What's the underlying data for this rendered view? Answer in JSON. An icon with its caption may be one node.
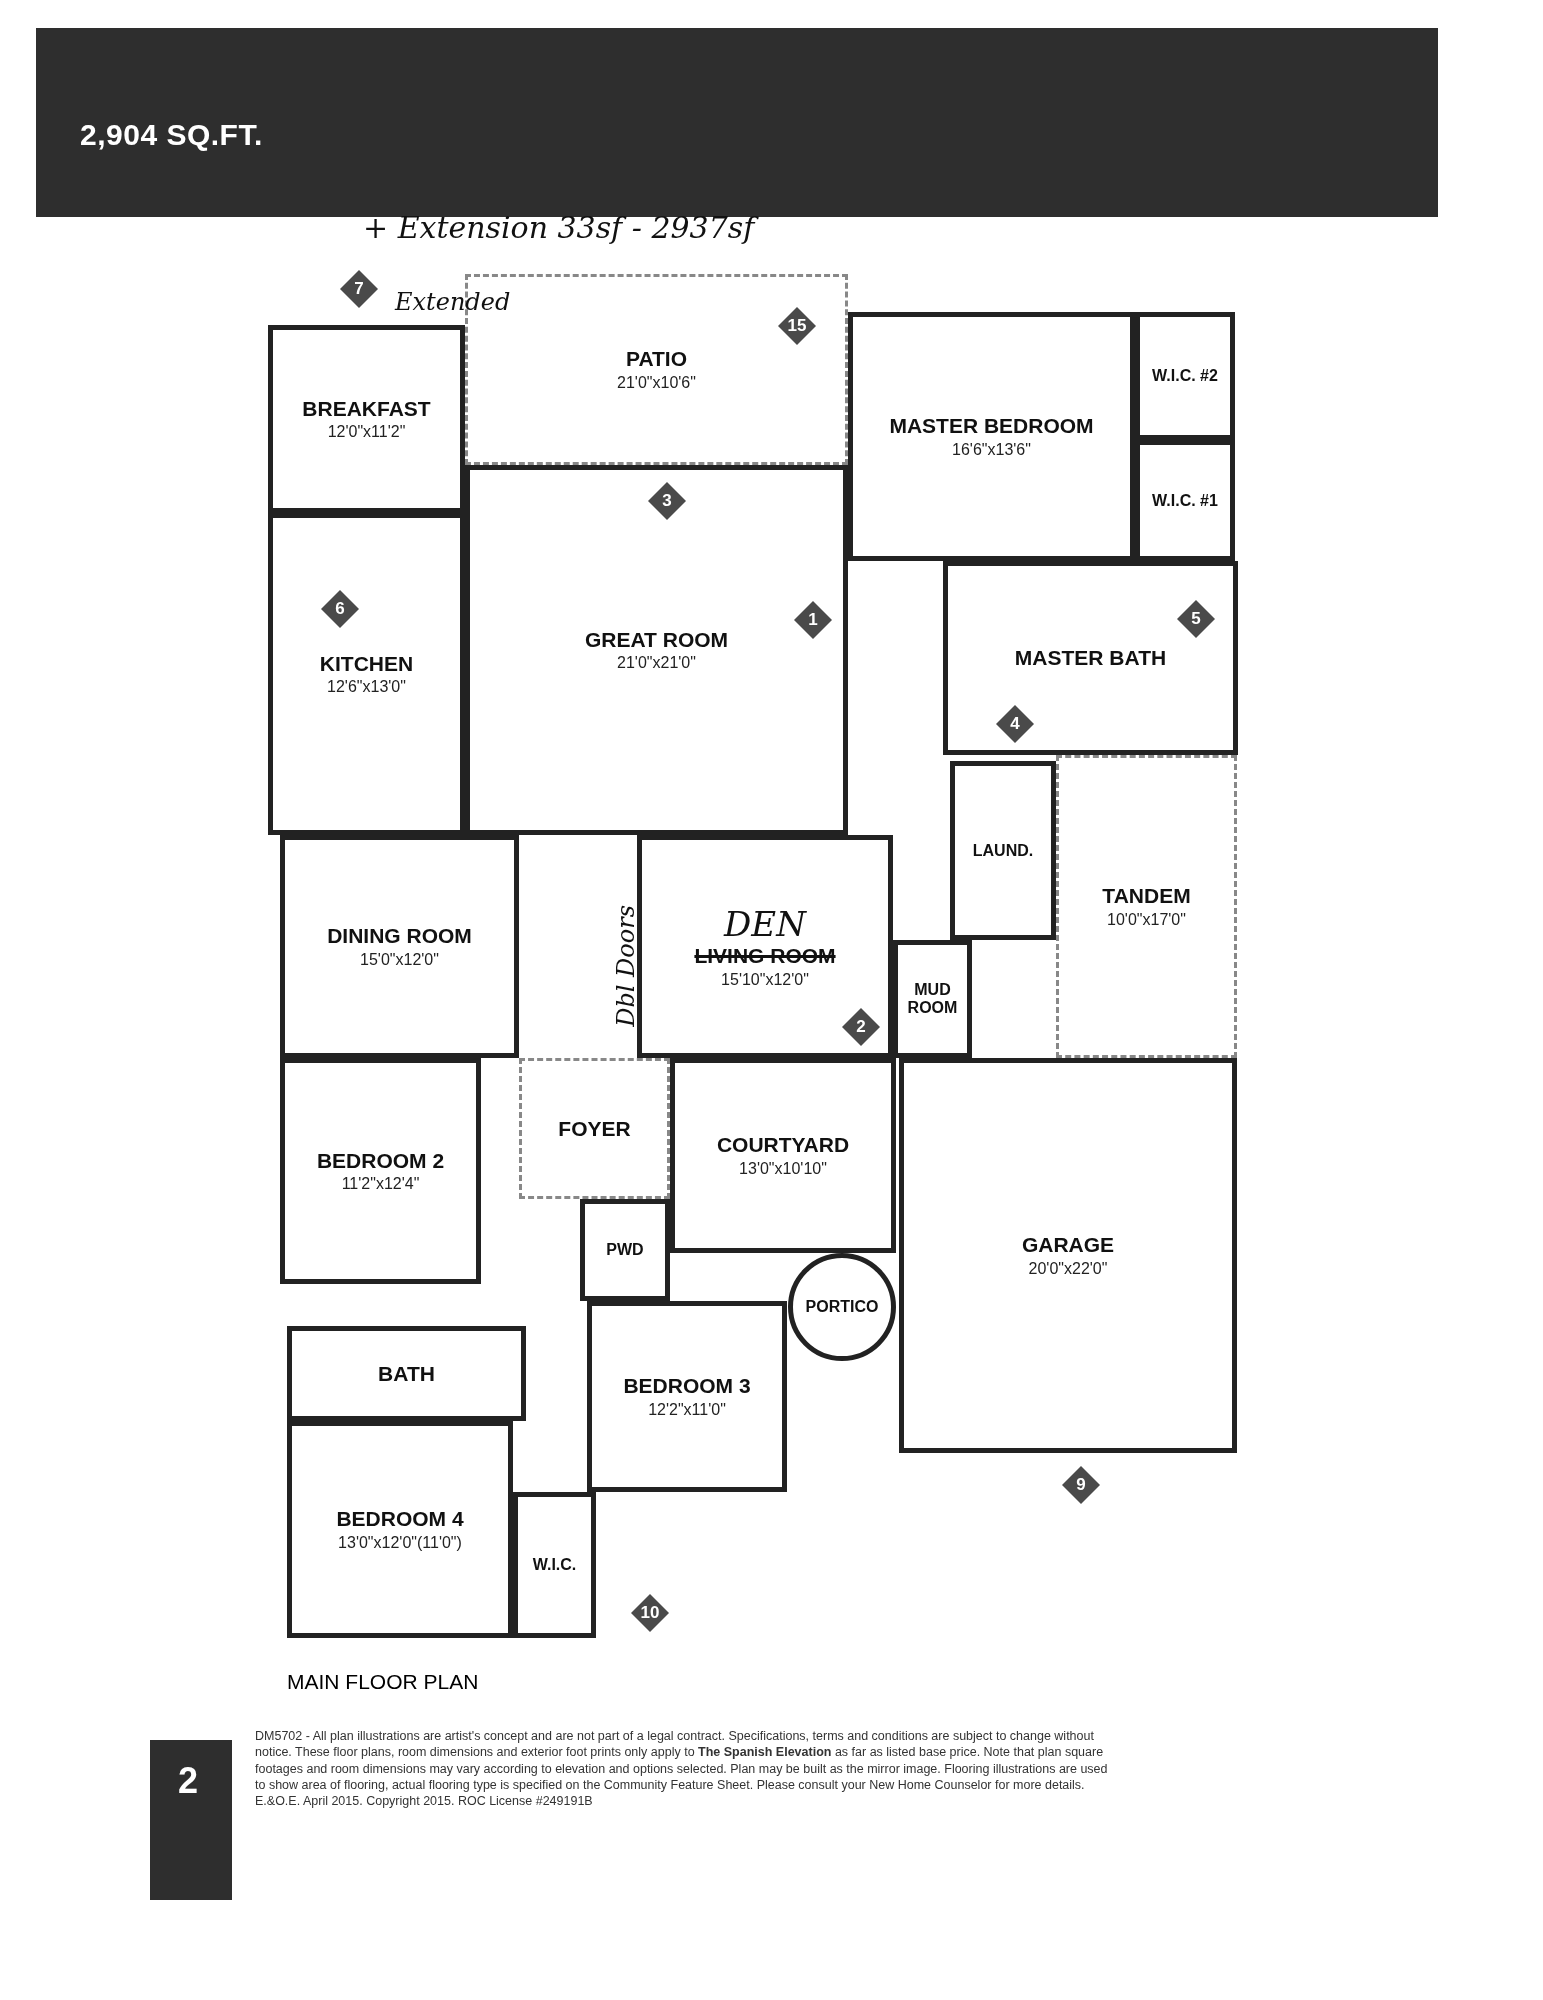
{
  "diagram": {
    "title": "2,904 SQ.FT.",
    "nodes": [
      {
        "text": [
          "BREAKFAST",
          "12'0\"x11'2\""
        ]
      },
      {
        "text": [
          "PATIO",
          "21'0\"x10'6\""
        ]
      },
      {
        "text": [
          "MASTER BEDROOM",
          "16'6\"x13'6\""
        ]
      },
      {
        "text": [
          "W.I.C. #2"
        ]
      },
      {
        "text": [
          "W.I.C. #1"
        ]
      },
      {
        "text": [
          "GREAT ROOM",
          "21'0\"x21'0\""
        ]
      },
      {
        "text": [
          "KITCHEN",
          "12'6\"x13'0\""
        ]
      },
      {
        "text": [
          "MASTER BATH"
        ]
      },
      {
        "text": [
          "LAUND."
        ]
      },
      {
        "text": [
          "TANDEM",
          "10'0\"x17'0\""
        ]
      },
      {
        "text": [
          "DINING ROOM",
          "15'0\"x12'0\""
        ]
      },
      {
        "text": [
          "DEN",
          "LIVING ROOM",
          "15'10\"x12'0\""
        ]
      },
      {
        "text": [
          "MUD ROOM"
        ]
      },
      {
        "text": [
          "BEDROOM 2",
          "11'2\"x12'4\""
        ]
      },
      {
        "text": [
          "FOYER"
        ]
      },
      {
        "text": [
          "COURTYARD",
          "13'0\"x10'10\""
        ]
      },
      {
        "text": [
          "GARAGE",
          "20'0\"x22'0\""
        ]
      },
      {
        "text": [
          "PWD"
        ]
      },
      {
        "text": [
          "PORTICO"
        ]
      },
      {
        "text": [
          "BATH"
        ]
      },
      {
        "text": [
          "BEDROOM 3",
          "12'2\"x11'0\""
        ]
      },
      {
        "text": [
          "BEDROOM 4",
          "13'0\"x12'0\"(11'0\")"
        ]
      },
      {
        "text": [
          "W.I.C."
        ]
      }
    ],
    "labels": [
      "+ Extension 33sf - 2937sf",
      "Extended",
      "7",
      "15",
      "3",
      "6",
      "1",
      "5",
      "4",
      "Dbl Doors",
      "2",
      "9",
      "10",
      "MAIN FLOOR PLAN",
      "2",
      "DM5702 - All plan illustrations are artist's concept and are not part of a legal contract. Specifications, terms and conditions are subject to change without notice. These floor plans, room dimensions and exterior foot prints only apply to **The Spanish Elevation** as far as listed base price. Note that plan square footages and room dimensions may vary according to elevation and options selected. Plan may be built as the mirror image. Flooring illustrations are used to show area of flooring, actual flooring type is specified on the Community Feature Sheet. Please consult your New Home Counselor for more details. E.&O.E. April 2015. Copyright 2015. ROC License #249191B"
    ]
  }
}
